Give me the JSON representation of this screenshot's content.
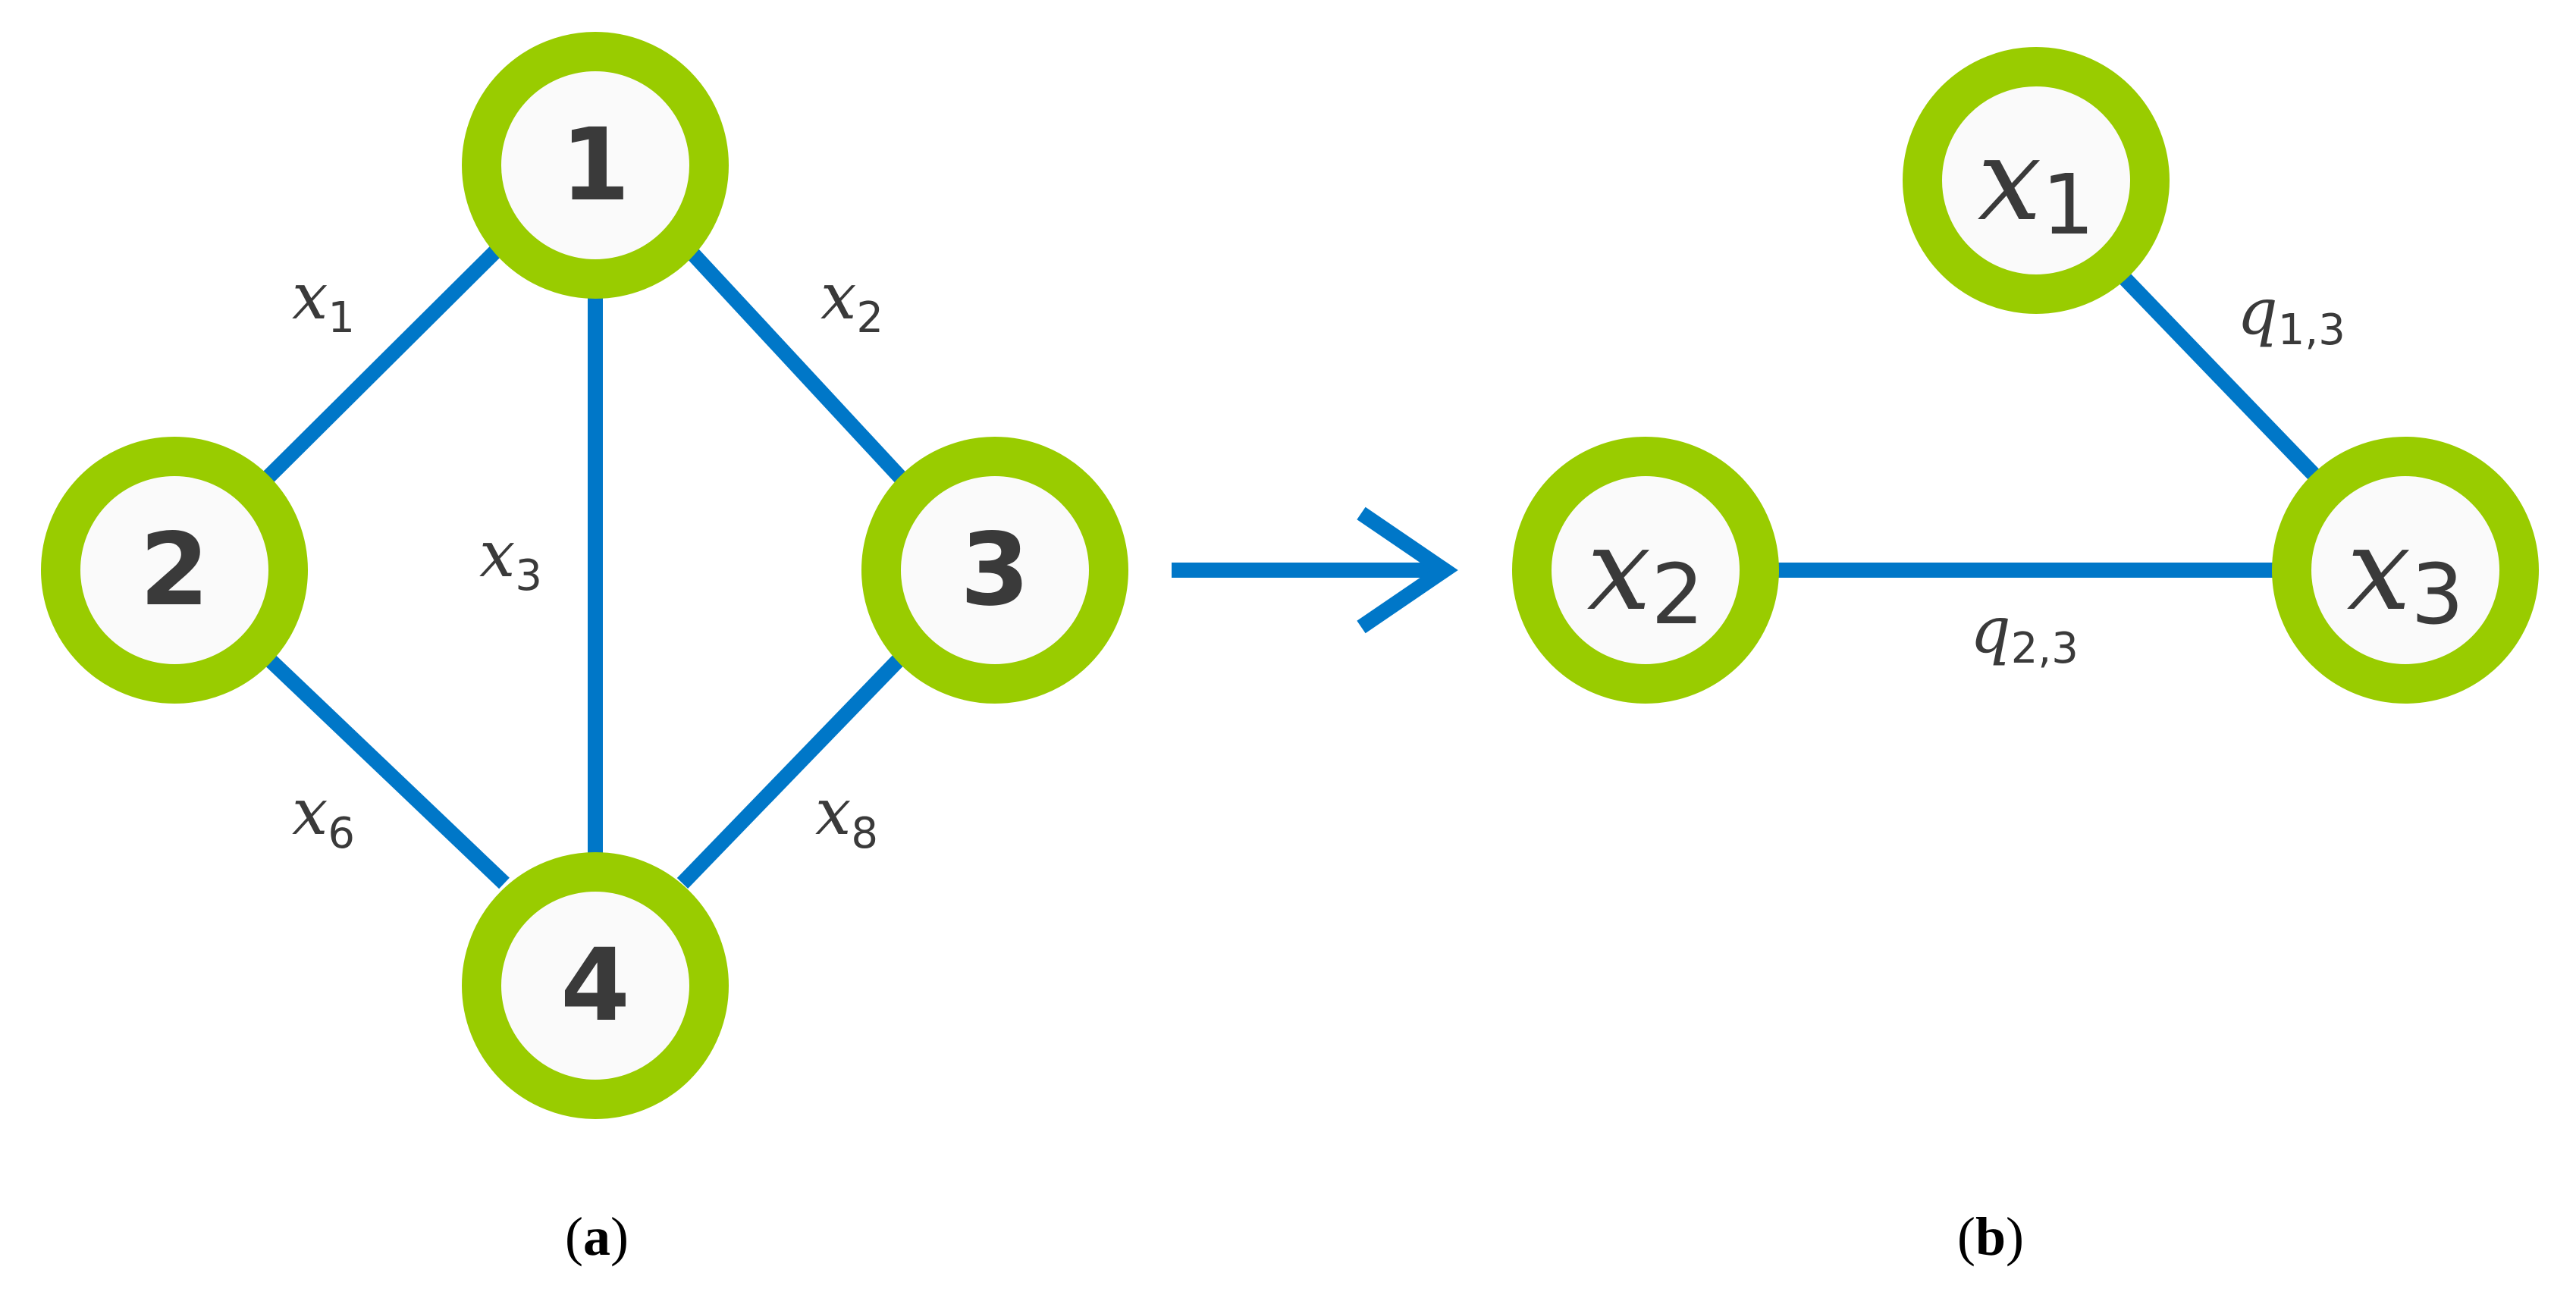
{
  "colors": {
    "node_ring": "#99cc00",
    "edge": "#0077c8",
    "node_fill": "#fafafa",
    "text": "#3a3a3a"
  },
  "panel_a": {
    "label_open": "(",
    "label_letter": "a",
    "label_close": ")",
    "nodes": [
      "1",
      "2",
      "3",
      "4"
    ],
    "edges": [
      {
        "from": "1",
        "to": "2",
        "var": "x",
        "sub": "1"
      },
      {
        "from": "1",
        "to": "3",
        "var": "x",
        "sub": "2"
      },
      {
        "from": "1",
        "to": "4",
        "var": "x",
        "sub": "3"
      },
      {
        "from": "2",
        "to": "4",
        "var": "x",
        "sub": "6"
      },
      {
        "from": "3",
        "to": "4",
        "var": "x",
        "sub": "8"
      }
    ]
  },
  "panel_b": {
    "label_open": "(",
    "label_letter": "b",
    "label_close": ")",
    "nodes": [
      {
        "var": "x",
        "sub": "1"
      },
      {
        "var": "x",
        "sub": "2"
      },
      {
        "var": "x",
        "sub": "3"
      }
    ],
    "edges": [
      {
        "from": "x1",
        "to": "x3",
        "var": "q",
        "sub": "1,3"
      },
      {
        "from": "x2",
        "to": "x3",
        "var": "q",
        "sub": "2,3"
      }
    ]
  }
}
